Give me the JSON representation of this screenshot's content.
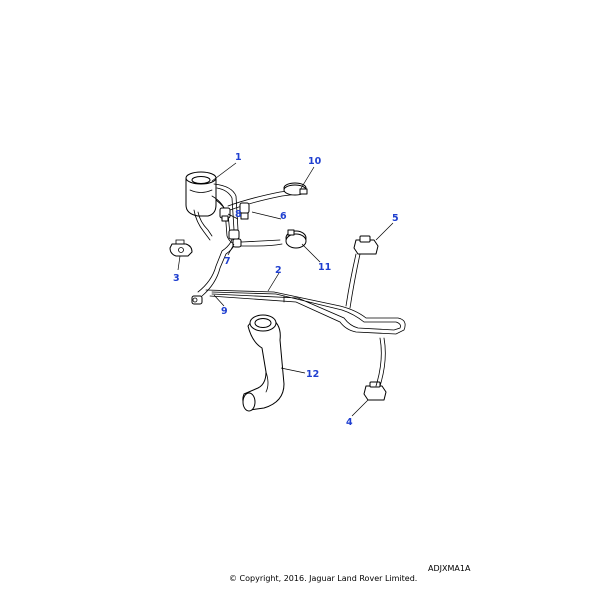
{
  "diagram": {
    "callouts": [
      {
        "label": "1"
      },
      {
        "label": "2"
      },
      {
        "label": "3"
      },
      {
        "label": "4"
      },
      {
        "label": "5"
      },
      {
        "label": "6"
      },
      {
        "label": "7"
      },
      {
        "label": "8"
      },
      {
        "label": "9"
      },
      {
        "label": "10"
      },
      {
        "label": "11"
      },
      {
        "label": "12"
      }
    ],
    "callout_color": "#1f3fd0"
  },
  "footer": {
    "reference_code": "ADJXMA1A",
    "copyright": "© Copyright, 2016. Jaguar Land Rover Limited."
  }
}
